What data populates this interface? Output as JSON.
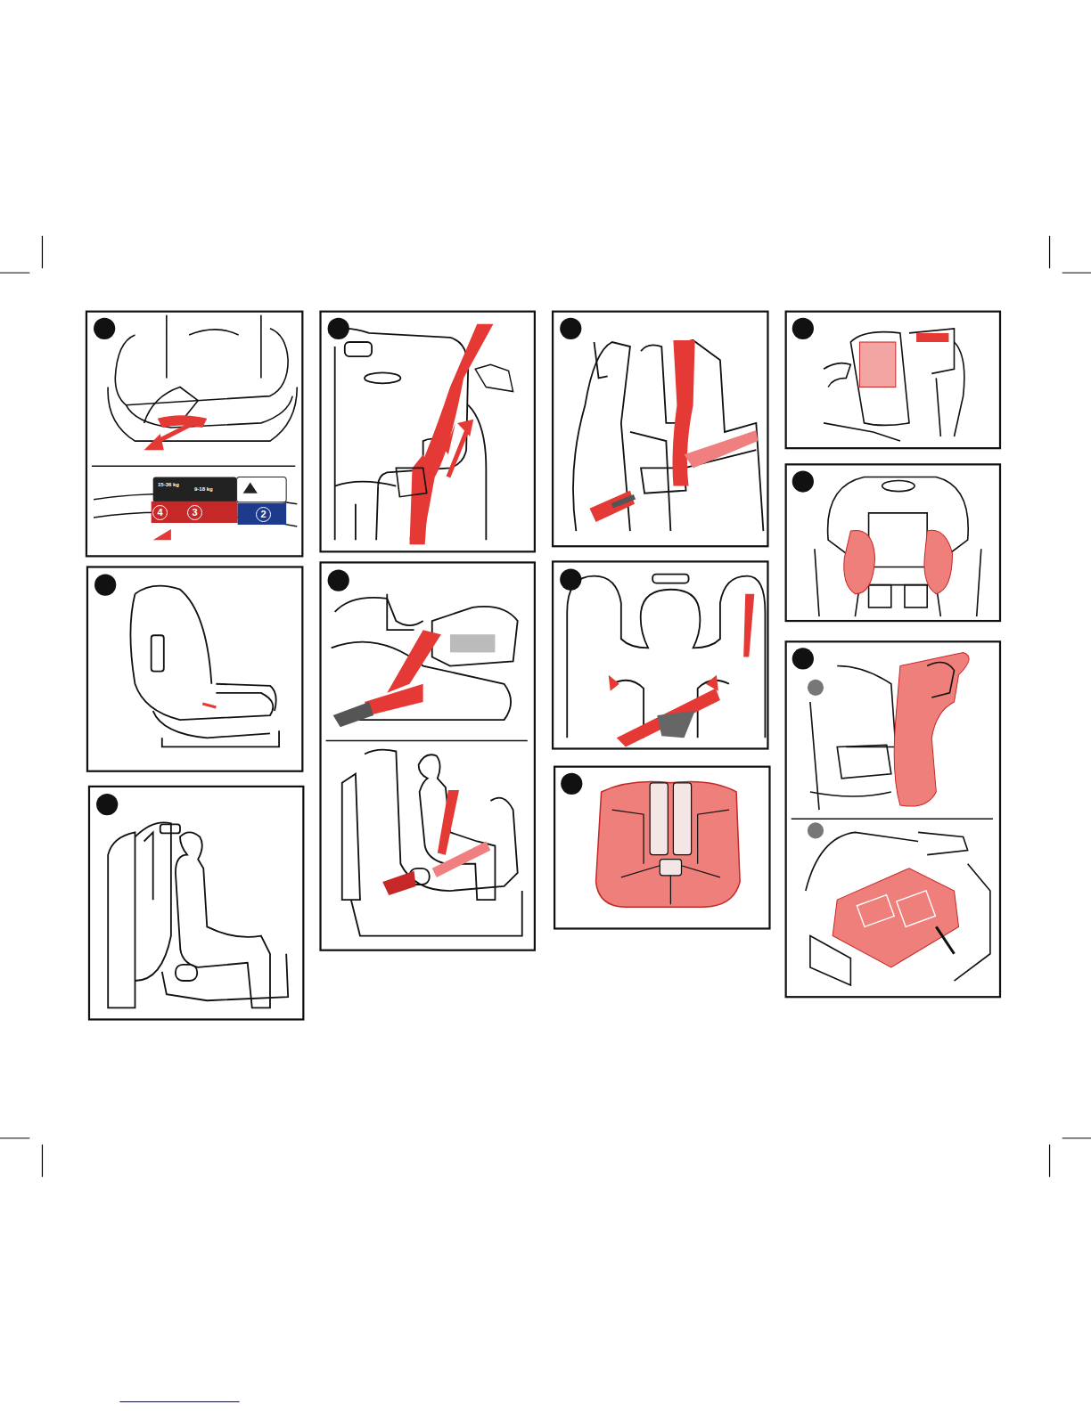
{
  "diagram": {
    "labels": [
      "4",
      "3",
      "2",
      "15-36 kg",
      "9-18 kg"
    ]
  }
}
